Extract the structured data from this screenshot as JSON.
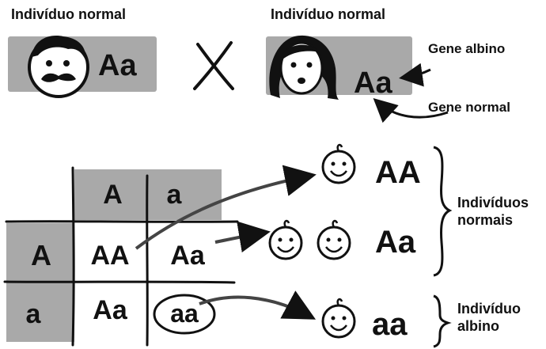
{
  "parents": {
    "father": {
      "label": "Indivíduo normal",
      "genotype": "Aa"
    },
    "mother": {
      "label": "Indivíduo normal",
      "genotype": "Aa"
    },
    "cross_symbol": "X"
  },
  "annotations": {
    "albino_gene": "Gene albino",
    "normal_gene": "Gene normal"
  },
  "punnett": {
    "top_headers": [
      "A",
      "a"
    ],
    "left_headers": [
      "A",
      "a"
    ],
    "cells": [
      [
        "AA",
        "Aa"
      ],
      [
        "Aa",
        "aa"
      ]
    ]
  },
  "offspring": {
    "row1_genotype": "AA",
    "row2_genotype": "Aa",
    "row3_genotype": "aa",
    "normal_group_label_line1": "Indivíduos",
    "normal_group_label_line2": "normais",
    "albino_label_line1": "Indivíduo",
    "albino_label_line2": "albino"
  },
  "colors": {
    "shade": "#a9a9a9",
    "ink": "#111111"
  }
}
